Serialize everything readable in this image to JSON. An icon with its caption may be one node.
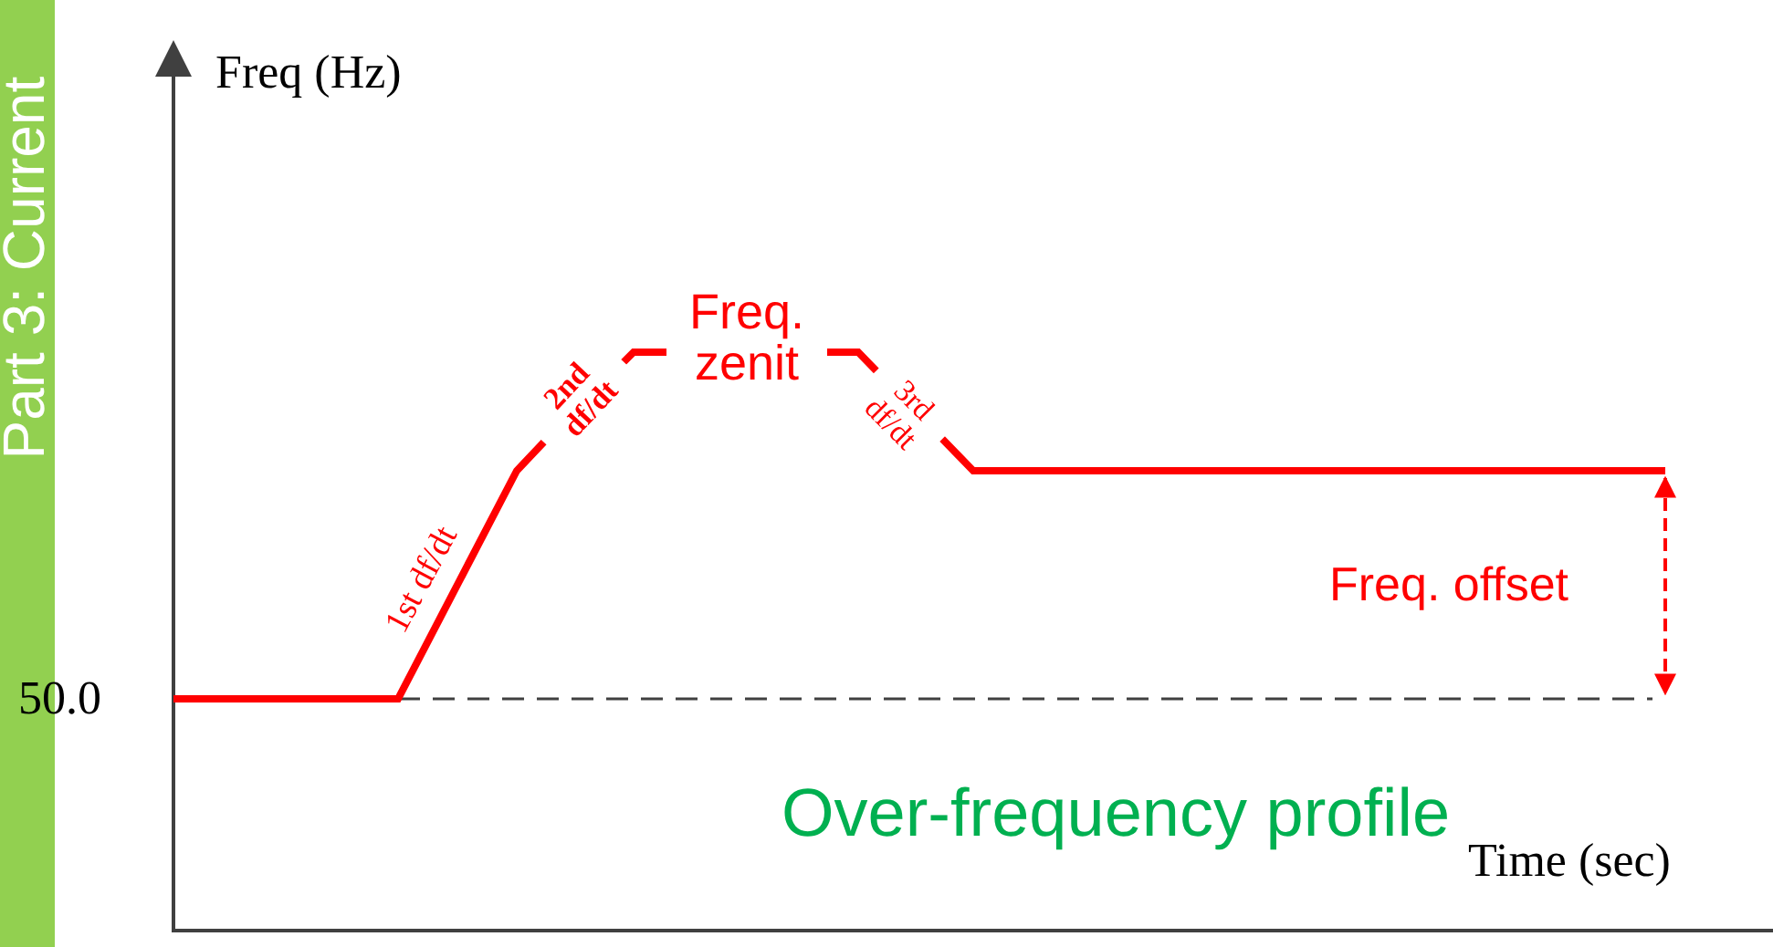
{
  "diagram": {
    "labels": [
      "Part 3: Current",
      "Freq (Hz)",
      "50.0",
      "Freq.  zenit",
      "2nd df/dt",
      "3rd df/dt",
      "1st df/dt",
      "Freq. offset",
      "Over-frequency profile",
      "Time (sec)"
    ]
  }
}
